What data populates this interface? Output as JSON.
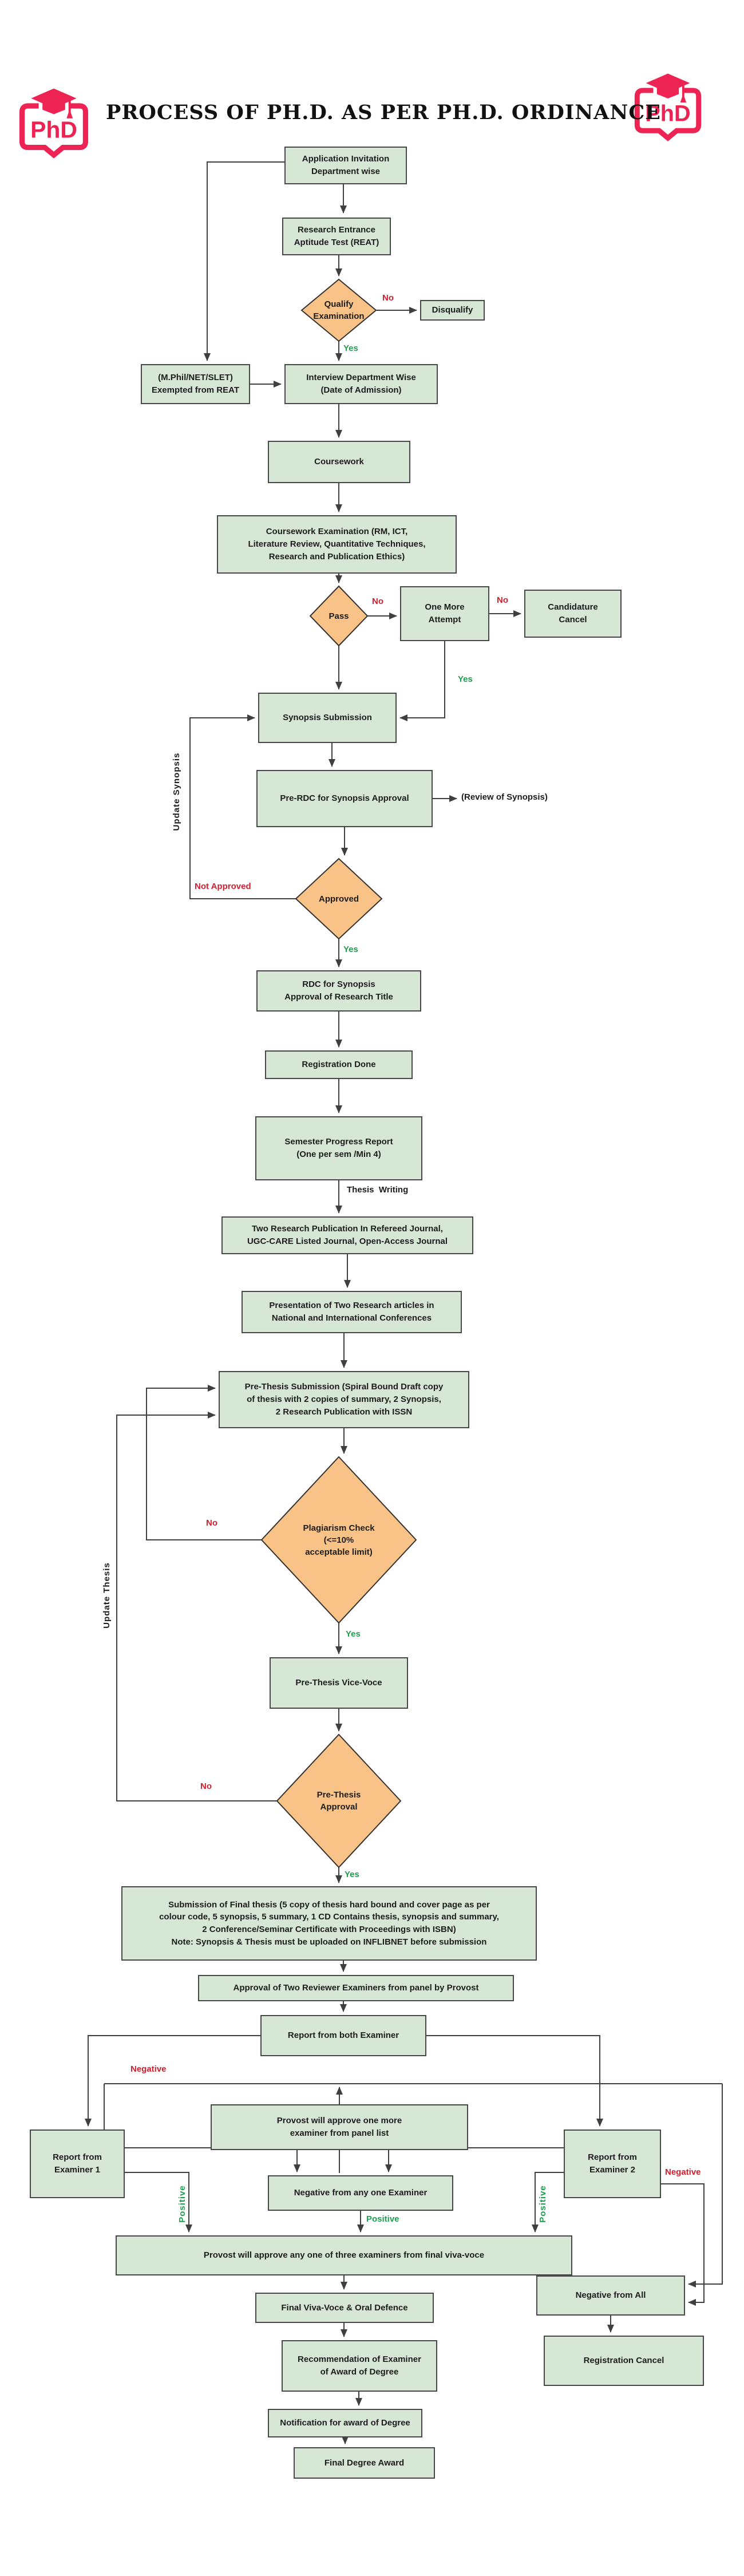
{
  "title": "PROCESS OF PH.D. AS PER PH.D. ORDINANCE",
  "logo_text": "PhD",
  "colors": {
    "box_fill": "#d7e7d5",
    "box_border": "#474747",
    "diamond_fill": "#f9c387",
    "line": "#3f3f3f",
    "yes_green": "#1e9e4f",
    "no_red": "#d01f2f",
    "brand_red": "#ec2353",
    "text": "#1c1c1c"
  },
  "labels": {
    "yes": "Yes",
    "no": "No",
    "not_approved": "Not Approved",
    "negative": "Negative",
    "positive": "Positive",
    "update_synopsis": "Update Synopsis",
    "update_thesis": "Update Thesis",
    "thesis_writing": "Thesis  Writing",
    "review_of_synopsis": "(Review of Synopsis)"
  },
  "nodes": {
    "app_invitation": "Application Invitation\nDepartment wise",
    "reat": "Research Entrance\nAptitude Test (REAT)",
    "qualify": "Qualify\nExamination",
    "disqualify": "Disqualify",
    "exempted": "(M.Phil/NET/SLET)\nExempted from REAT",
    "interview": "Interview Department Wise\n(Date of Admission)",
    "coursework": "Coursework",
    "cw_exam": "Coursework Examination (RM, ICT,\nLiterature Review, Quantitative Techniques,\nResearch and Publication Ethics)",
    "pass": "Pass",
    "one_more": "One More\nAttempt",
    "candidature_cancel": "Candidature\nCancel",
    "synopsis_submission": "Synopsis Submission",
    "pre_rdc": "Pre-RDC for Synopsis Approval",
    "approved": "Approved",
    "rdc_synopsis": "RDC for Synopsis\nApproval of Research Title",
    "registration_done": "Registration Done",
    "semester_report": "Semester Progress Report\n(One per sem /Min 4)",
    "two_research_pub": "Two Research Publication In Refereed Journal,\nUGC-CARE Listed Journal, Open-Access Journal",
    "presentation": "Presentation of Two Research articles in\nNational and International Conferences",
    "pre_thesis_sub": "Pre-Thesis Submission (Spiral Bound Draft copy\nof thesis with 2 copies of summary, 2 Synopsis,\n2 Research Publication with ISSN",
    "plagiarism": "Plagiarism Check\n(<=10%\nacceptable limit)",
    "pre_thesis_viva": "Pre-Thesis Vice-Voce",
    "pre_thesis_approval": "Pre-Thesis\nApproval",
    "submission_final": "Submission of Final thesis (5 copy of thesis hard bound and cover page as per\ncolour code, 5 synopsis, 5 summary, 1 CD Contains thesis, synopsis and summary,\n2 Conference/Seminar Certificate with Proceedings with ISBN)\nNote: Synopsis & Thesis must be uploaded on INFLIBNET before submission",
    "approval_reviewers": "Approval of Two Reviewer Examiners from panel by Provost",
    "report_both": "Report from both Examiner",
    "provost_one_more": "Provost will approve one more\nexaminer from panel list",
    "examiner1": "Report from\nExaminer 1",
    "examiner2": "Report from\nExaminer 2",
    "negative_any_one": "Negative from any one Examiner",
    "provost_any_three": "Provost will approve any one of three examiners from final viva-voce",
    "final_viva": "Final Viva-Voce & Oral Defence",
    "negative_from_all": "Negative from All",
    "registration_cancel": "Registration Cancel",
    "recommendation": "Recommendation of Examiner\nof Award of Degree",
    "notification": "Notification for award of Degree",
    "final_degree": "Final Degree Award"
  }
}
